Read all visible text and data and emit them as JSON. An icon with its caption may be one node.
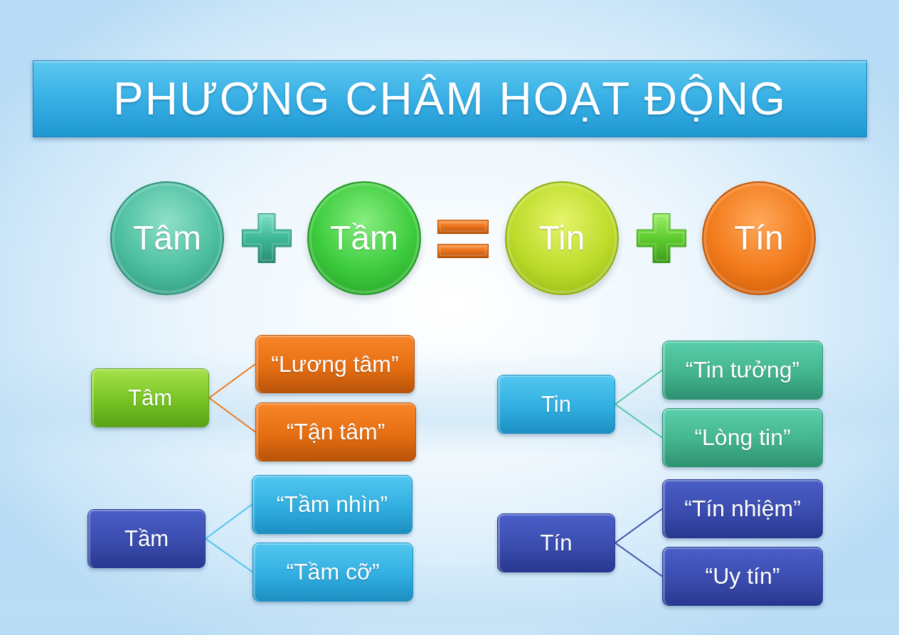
{
  "diagram": {
    "title": "PHƯƠNG CHÂM HOẠT ĐỘNG",
    "nodes": [
      {
        "text": [
          "Tâm"
        ]
      },
      {
        "text": [
          "Tầm"
        ]
      },
      {
        "text": [
          "Tin"
        ]
      },
      {
        "text": [
          "Tín"
        ]
      },
      {
        "text": [
          "Tâm"
        ]
      },
      {
        "text": [
          "“Lương tâm”"
        ]
      },
      {
        "text": [
          "“Tận tâm”"
        ]
      },
      {
        "text": [
          "Tầm"
        ]
      },
      {
        "text": [
          "“Tầm nhìn”"
        ]
      },
      {
        "text": [
          "“Tầm cỡ”"
        ]
      },
      {
        "text": [
          "Tin"
        ]
      },
      {
        "text": [
          "“Tin tưởng”"
        ]
      },
      {
        "text": [
          "“Lòng tin”"
        ]
      },
      {
        "text": [
          "Tín"
        ]
      },
      {
        "text": [
          "“Tín nhiệm”"
        ]
      },
      {
        "text": [
          "“Uy tín”"
        ]
      }
    ],
    "edges": [
      {
        "from": 4,
        "to": 5,
        "arrow": "none",
        "color": "#f07818"
      },
      {
        "from": 4,
        "to": 6,
        "arrow": "none",
        "color": "#f07818"
      },
      {
        "from": 7,
        "to": 8,
        "arrow": "none",
        "color": "#4cc4ee"
      },
      {
        "from": 7,
        "to": 9,
        "arrow": "none",
        "color": "#4cc4ee"
      },
      {
        "from": 10,
        "to": 11,
        "arrow": "none",
        "color": "#52c8a2"
      },
      {
        "from": 10,
        "to": 12,
        "arrow": "none",
        "color": "#52c8a2"
      },
      {
        "from": 13,
        "to": 14,
        "arrow": "none",
        "color": "#3a4ea8"
      },
      {
        "from": 13,
        "to": 15,
        "arrow": "none",
        "color": "#3a4ea8"
      }
    ]
  }
}
